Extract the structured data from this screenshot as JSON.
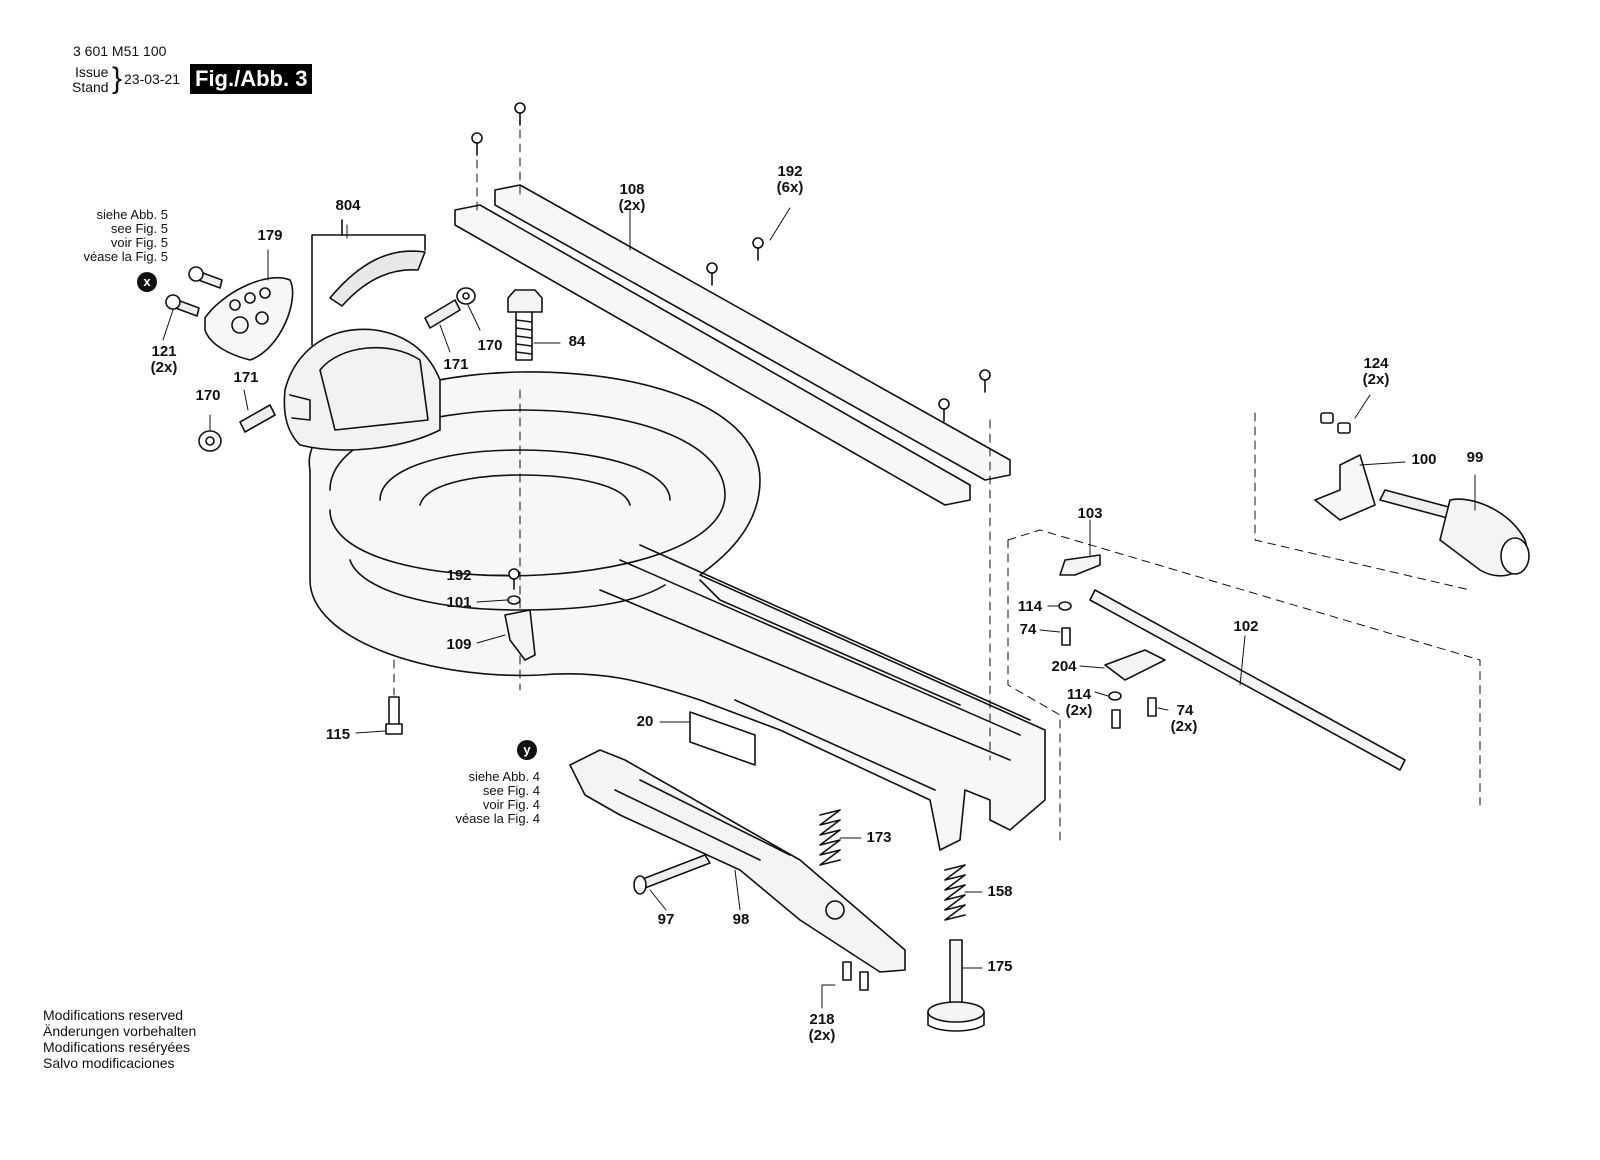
{
  "header": {
    "part_number": "3 601 M51 100",
    "issue_label": "Issue",
    "stand_label": "Stand",
    "date": "23-03-21",
    "figure": "Fig./Abb. 3"
  },
  "references": {
    "x": {
      "marker": "x",
      "lines": [
        "siehe Abb. 5",
        "see Fig. 5",
        "voir Fig. 5",
        "véase la Fig. 5"
      ]
    },
    "y": {
      "marker": "y",
      "lines": [
        "siehe Abb. 4",
        "see Fig. 4",
        "voir Fig. 4",
        "véase la Fig. 4"
      ]
    }
  },
  "callouts": [
    {
      "id": "804",
      "label": "804"
    },
    {
      "id": "179",
      "label": "179"
    },
    {
      "id": "121",
      "label": "121",
      "qty": "(2x)"
    },
    {
      "id": "170a",
      "label": "170"
    },
    {
      "id": "171a",
      "label": "171"
    },
    {
      "id": "170b",
      "label": "170"
    },
    {
      "id": "171b",
      "label": "171"
    },
    {
      "id": "84",
      "label": "84"
    },
    {
      "id": "108",
      "label": "108",
      "qty": "(2x)"
    },
    {
      "id": "192a",
      "label": "192",
      "qty": "(6x)"
    },
    {
      "id": "124",
      "label": "124",
      "qty": "(2x)"
    },
    {
      "id": "100",
      "label": "100"
    },
    {
      "id": "99",
      "label": "99"
    },
    {
      "id": "103",
      "label": "103"
    },
    {
      "id": "114a",
      "label": "114"
    },
    {
      "id": "74a",
      "label": "74"
    },
    {
      "id": "102",
      "label": "102"
    },
    {
      "id": "204",
      "label": "204"
    },
    {
      "id": "114b",
      "label": "114",
      "qty": "(2x)"
    },
    {
      "id": "74b",
      "label": "74",
      "qty": "(2x)"
    },
    {
      "id": "192b",
      "label": "192"
    },
    {
      "id": "101",
      "label": "101"
    },
    {
      "id": "109",
      "label": "109"
    },
    {
      "id": "115",
      "label": "115"
    },
    {
      "id": "20",
      "label": "20"
    },
    {
      "id": "173",
      "label": "173"
    },
    {
      "id": "158",
      "label": "158"
    },
    {
      "id": "175",
      "label": "175"
    },
    {
      "id": "97",
      "label": "97"
    },
    {
      "id": "98",
      "label": "98"
    },
    {
      "id": "218",
      "label": "218",
      "qty": "(2x)"
    }
  ],
  "footer": {
    "lines": [
      "Modifications reserved",
      "Änderungen vorbehalten",
      "Modifications reséryées",
      "Salvo modificaciones"
    ]
  },
  "colors": {
    "ink": "#111111",
    "paper": "#ffffff",
    "part_fill": "#f4f4f4"
  }
}
